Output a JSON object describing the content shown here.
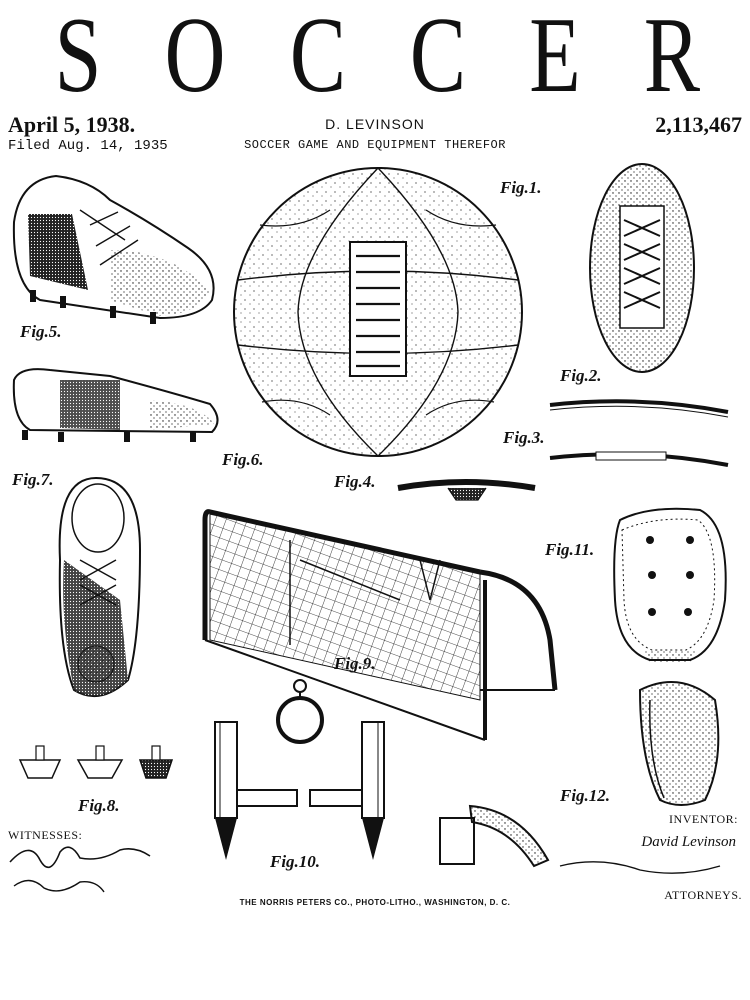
{
  "title_letters": [
    "S",
    "O",
    "C",
    "C",
    "E",
    "R"
  ],
  "header": {
    "date": "April 5, 1938.",
    "filed": "Filed Aug. 14, 1935",
    "inventor_top": "D. LEVINSON",
    "subtitle": "SOCCER GAME AND EQUIPMENT THEREFOR",
    "patent_number": "2,113,467"
  },
  "figures": {
    "fig1": "Fig.1.",
    "fig2": "Fig.2.",
    "fig3": "Fig.3.",
    "fig4": "Fig.4.",
    "fig5": "Fig.5.",
    "fig6": "Fig.6.",
    "fig7": "Fig.7.",
    "fig8": "Fig.8.",
    "fig9": "Fig.9.",
    "fig10": "Fig.10.",
    "fig11": "Fig.11.",
    "fig12": "Fig.12."
  },
  "footer": {
    "witnesses": "WITNESSES:",
    "inventor_label": "INVENTOR:",
    "inventor_name": "David Levinson",
    "attorneys": "ATTORNEYS.",
    "printer": "THE NORRIS PETERS CO., PHOTO-LITHO., WASHINGTON, D. C."
  },
  "colors": {
    "ink": "#111111",
    "paper": "#ffffff"
  }
}
